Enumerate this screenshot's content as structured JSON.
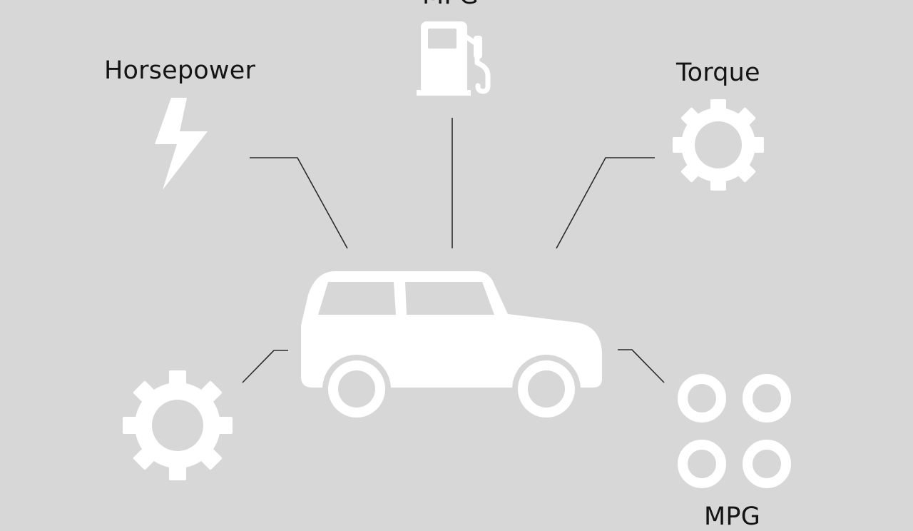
{
  "diagram": {
    "center": {
      "icon": "car-icon"
    },
    "nodes": [
      {
        "id": "horsepower",
        "label": "Horsepower",
        "icon": "lightning-bolt-icon"
      },
      {
        "id": "mpg-top",
        "label": "MPG",
        "icon": "fuel-pump-icon"
      },
      {
        "id": "torque",
        "label": "Torque",
        "icon": "gear-icon"
      },
      {
        "id": "gear-bottom-left",
        "label": "",
        "icon": "gear-icon"
      },
      {
        "id": "wheels-bottom-right",
        "label": "MPG",
        "icon": "four-rings-icon"
      }
    ]
  },
  "colors": {
    "background": "#d7d7d7",
    "icon_fill": "#ffffff",
    "connector": "#2b2b2b",
    "text": "#141414"
  }
}
